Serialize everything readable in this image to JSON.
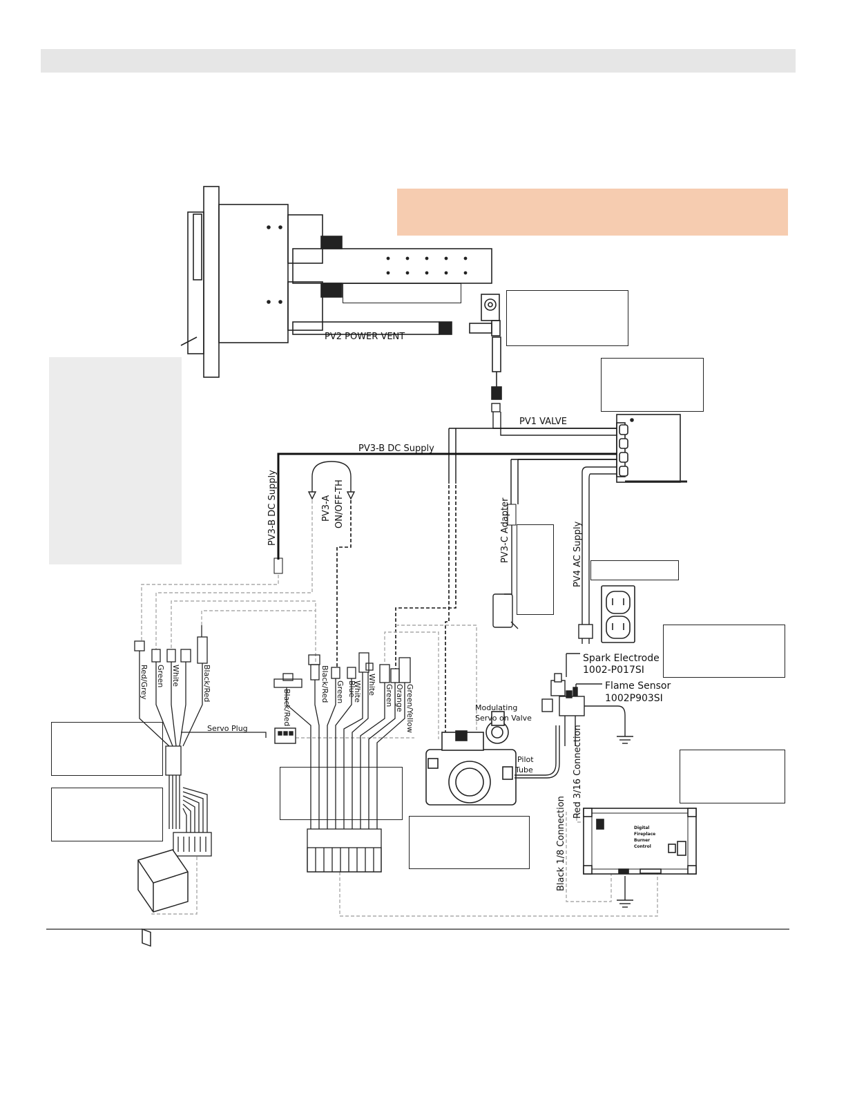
{
  "colors": {
    "header_bar": "#e6e6e6",
    "note_panel": "#ececec",
    "warning_banner": "#f6ccb0",
    "wire": "#222222",
    "dashed_wire": "#aaaaaa"
  },
  "labels": {
    "pv2_power_vent": "PV2 POWER VENT",
    "pv1_valve": "PV1 VALVE",
    "pv3b_dc_supply_top": "PV3-B DC Supply",
    "pv3b_dc_supply_left": "PV3-B DC Supply",
    "pv3a_line1": "PV3-A",
    "pv3a_line2": "ON/OFF-TH",
    "pv3c_adapter": "PV3-C Adapter",
    "pv4_ac_supply": "PV4 AC Supply",
    "spark_electrode_line1": "Spark Electrode",
    "spark_electrode_line2": "1002-P017SI",
    "flame_sensor_line1": "Flame Sensor",
    "flame_sensor_line2": "1002P903SI",
    "modulating_line1": "Modulating",
    "modulating_line2": "Servo on Valve",
    "pilot_line1": "Pilot",
    "pilot_line2": "Tube",
    "red_connection": "Red 3/16 Connection",
    "black_connection": "Black 1/8 Connection",
    "servo_plug": "Servo Plug"
  },
  "wire_labels_left": [
    "Red/Grey",
    "Green",
    "White",
    "Black/Red"
  ],
  "wire_labels_middle": [
    "Black/Red",
    "Black/Red",
    "Green",
    "Blue",
    "White",
    "White",
    "Green",
    "Orange",
    "Green/Yellow"
  ],
  "control_board": {
    "line1": "Digital",
    "line2": "Fireplace",
    "line3": "Burner",
    "line4": "Control"
  },
  "icons": [
    "power-vent-motor-icon",
    "power-vent-control-switch-icon",
    "junction-box-icon",
    "wall-outlet-icon",
    "ac-plug-icon",
    "dc-adapter-icon",
    "gas-valve-icon",
    "pilot-assembly-icon",
    "ignition-control-board-icon",
    "battery-pack-icon",
    "ground-symbol-icon"
  ]
}
